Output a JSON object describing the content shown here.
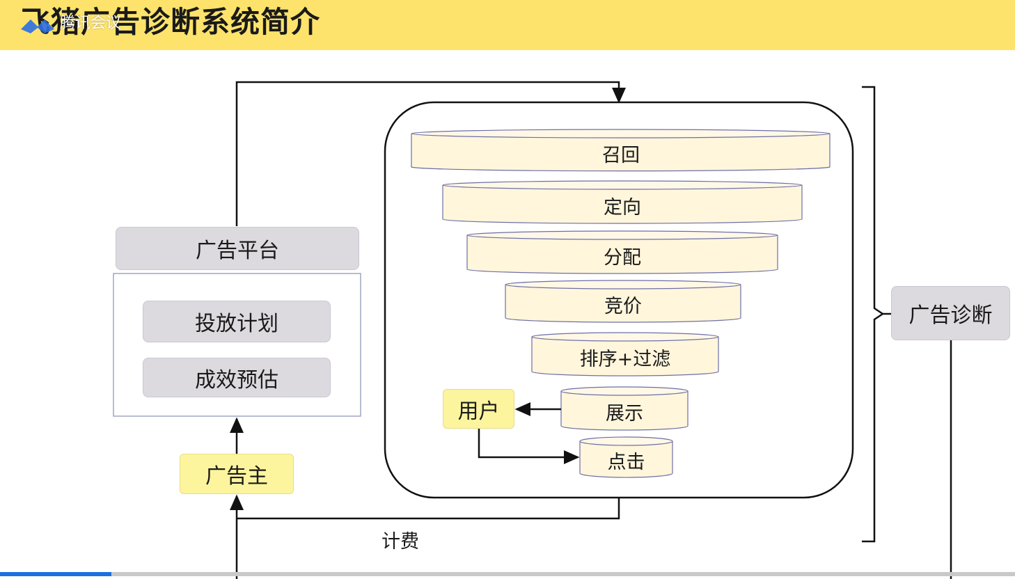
{
  "header": {
    "title": "飞猪广告诊断系统简介",
    "overlay_text": "腾讯会议",
    "overlay_logo_icon": "tencent-meeting-logo-icon"
  },
  "platform": {
    "title": "广告平台",
    "items": [
      "投放计划",
      "成效预估"
    ],
    "advertiser": "广告主"
  },
  "funnel": {
    "layers": [
      "召回",
      "定向",
      "分配",
      "竞价",
      "排序+过滤",
      "展示",
      "点击"
    ],
    "user": "用户"
  },
  "billing_label": "计费",
  "diagnosis_label": "广告诊断",
  "progress": {
    "fraction": 0.11
  },
  "colors": {
    "title_bar": "#fde36b",
    "layer_fill": "#fff6dc",
    "gray_box": "#dcdade",
    "yellow_box": "#fdf59e",
    "progress": "#1d6fe0"
  }
}
